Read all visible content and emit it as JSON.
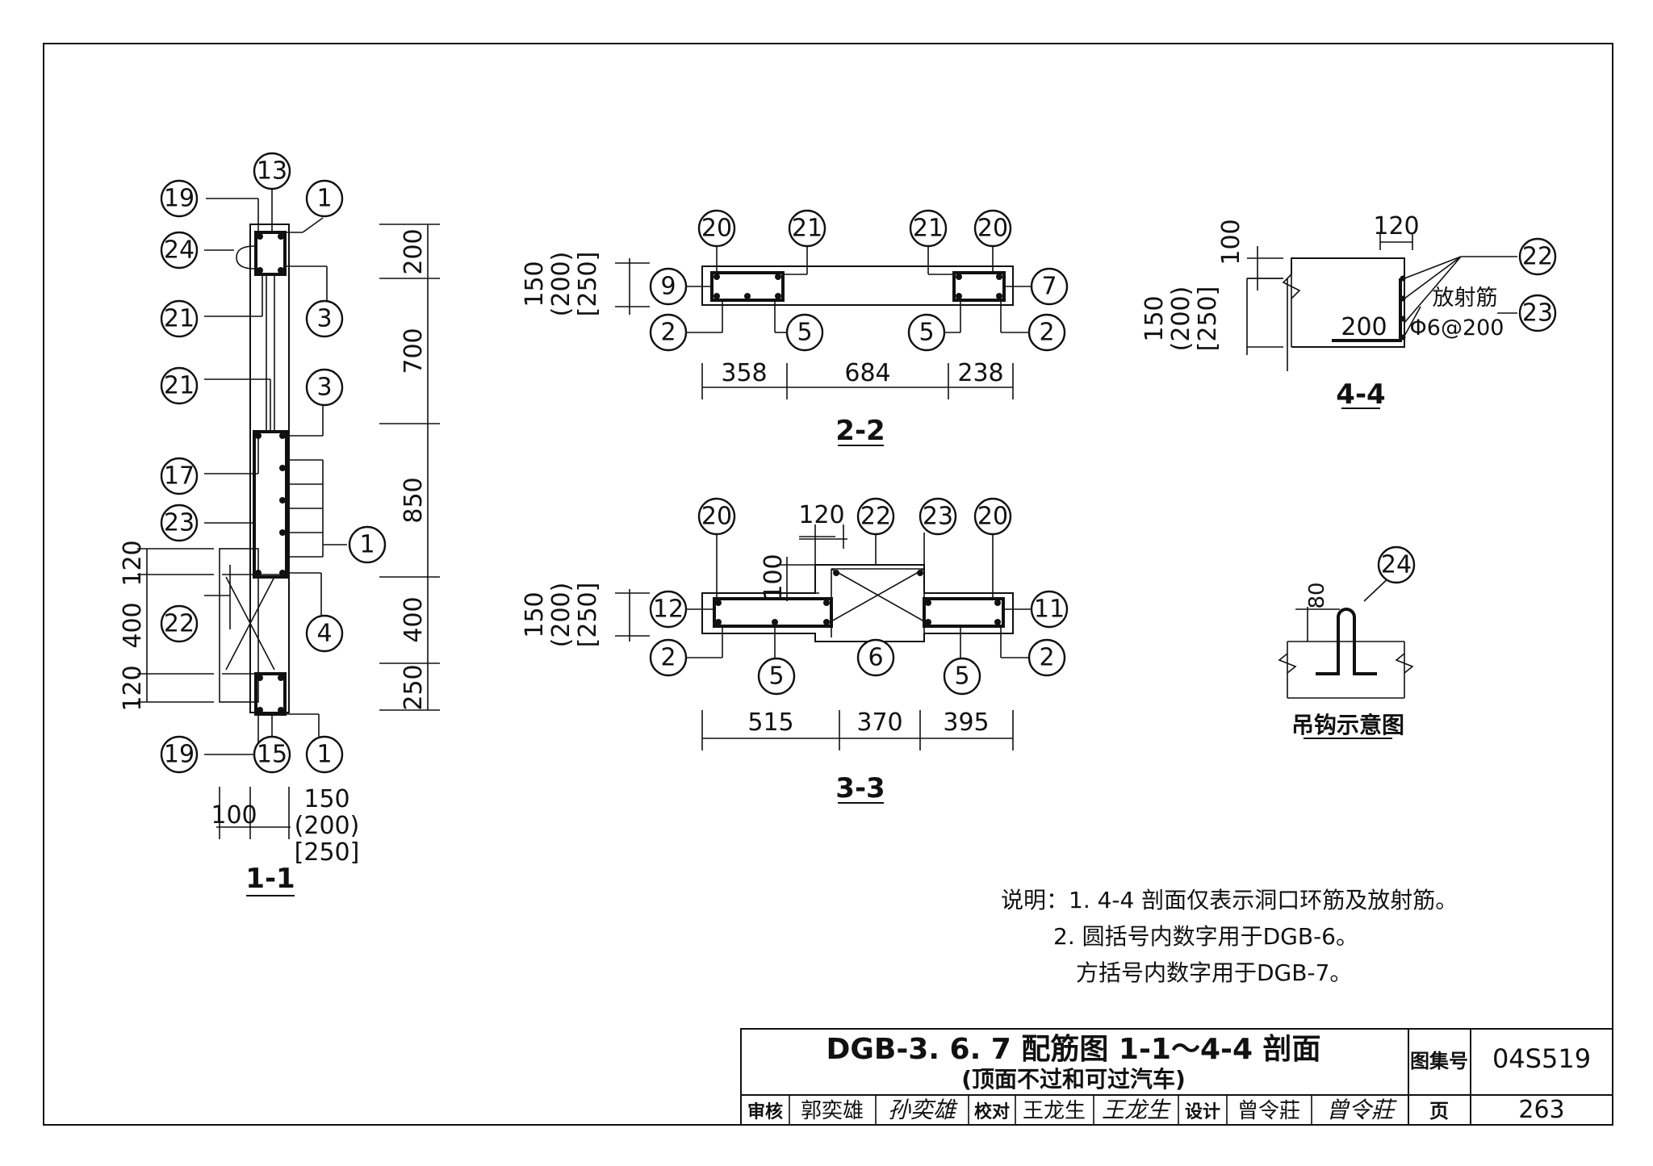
{
  "sections": {
    "s11": {
      "title": "1-1",
      "callouts": [
        "13",
        "19",
        "1",
        "24",
        "3",
        "21",
        "21",
        "3",
        "17",
        "1",
        "23",
        "22",
        "4",
        "19",
        "15",
        "1"
      ],
      "dims_right": [
        "200",
        "700",
        "850",
        "400",
        "250"
      ],
      "dims_left": [
        "120",
        "400",
        "120"
      ],
      "dims_bottom": [
        "100",
        "150",
        "(200)",
        "[250]"
      ]
    },
    "s22": {
      "title": "2-2",
      "callouts": [
        "20",
        "21",
        "21",
        "20",
        "9",
        "7",
        "2",
        "5",
        "5",
        "2"
      ],
      "dims_left": [
        "150",
        "(200)",
        "[250]"
      ],
      "dims_bottom": [
        "358",
        "684",
        "238"
      ]
    },
    "s33": {
      "title": "3-3",
      "callouts": [
        "20",
        "22",
        "23",
        "20",
        "12",
        "11",
        "2",
        "5",
        "6",
        "5",
        "2"
      ],
      "dims_left": [
        "150",
        "(200)",
        "[250]"
      ],
      "dims_top": [
        "120",
        "100"
      ],
      "dims_bottom": [
        "515",
        "370",
        "395"
      ]
    },
    "s44": {
      "title": "4-4",
      "callouts": [
        "22",
        "23"
      ],
      "dims": [
        "100",
        "120",
        "150",
        "(200)",
        "[250]",
        "200"
      ],
      "radial_label": "放射筋",
      "radial_spec": "Φ6@200"
    },
    "hook": {
      "title": "吊钩示意图",
      "callout": "24",
      "dim": "80"
    }
  },
  "notes": {
    "line1": "说明：1. 4-4 剖面仅表示洞口环筋及放射筋。",
    "line2": "2. 圆括号内数字用于DGB-6。",
    "line3": "方括号内数字用于DGB-7。"
  },
  "title_block": {
    "title": "DGB-3. 6. 7 配筋图 1-1～4-4 剖面",
    "subtitle": "(顶面不过和可过汽车)",
    "atlas_label": "图集号",
    "atlas_no": "04S519",
    "page_label": "页",
    "page_no": "263",
    "review_label": "审核",
    "reviewer": "郭奕雄",
    "check_label": "校对",
    "checker": "王龙生",
    "design_label": "设计",
    "designer": "曾令莊",
    "sign1": "孙奕雄",
    "sign2": "王龙生",
    "sign3": "曾令莊"
  }
}
